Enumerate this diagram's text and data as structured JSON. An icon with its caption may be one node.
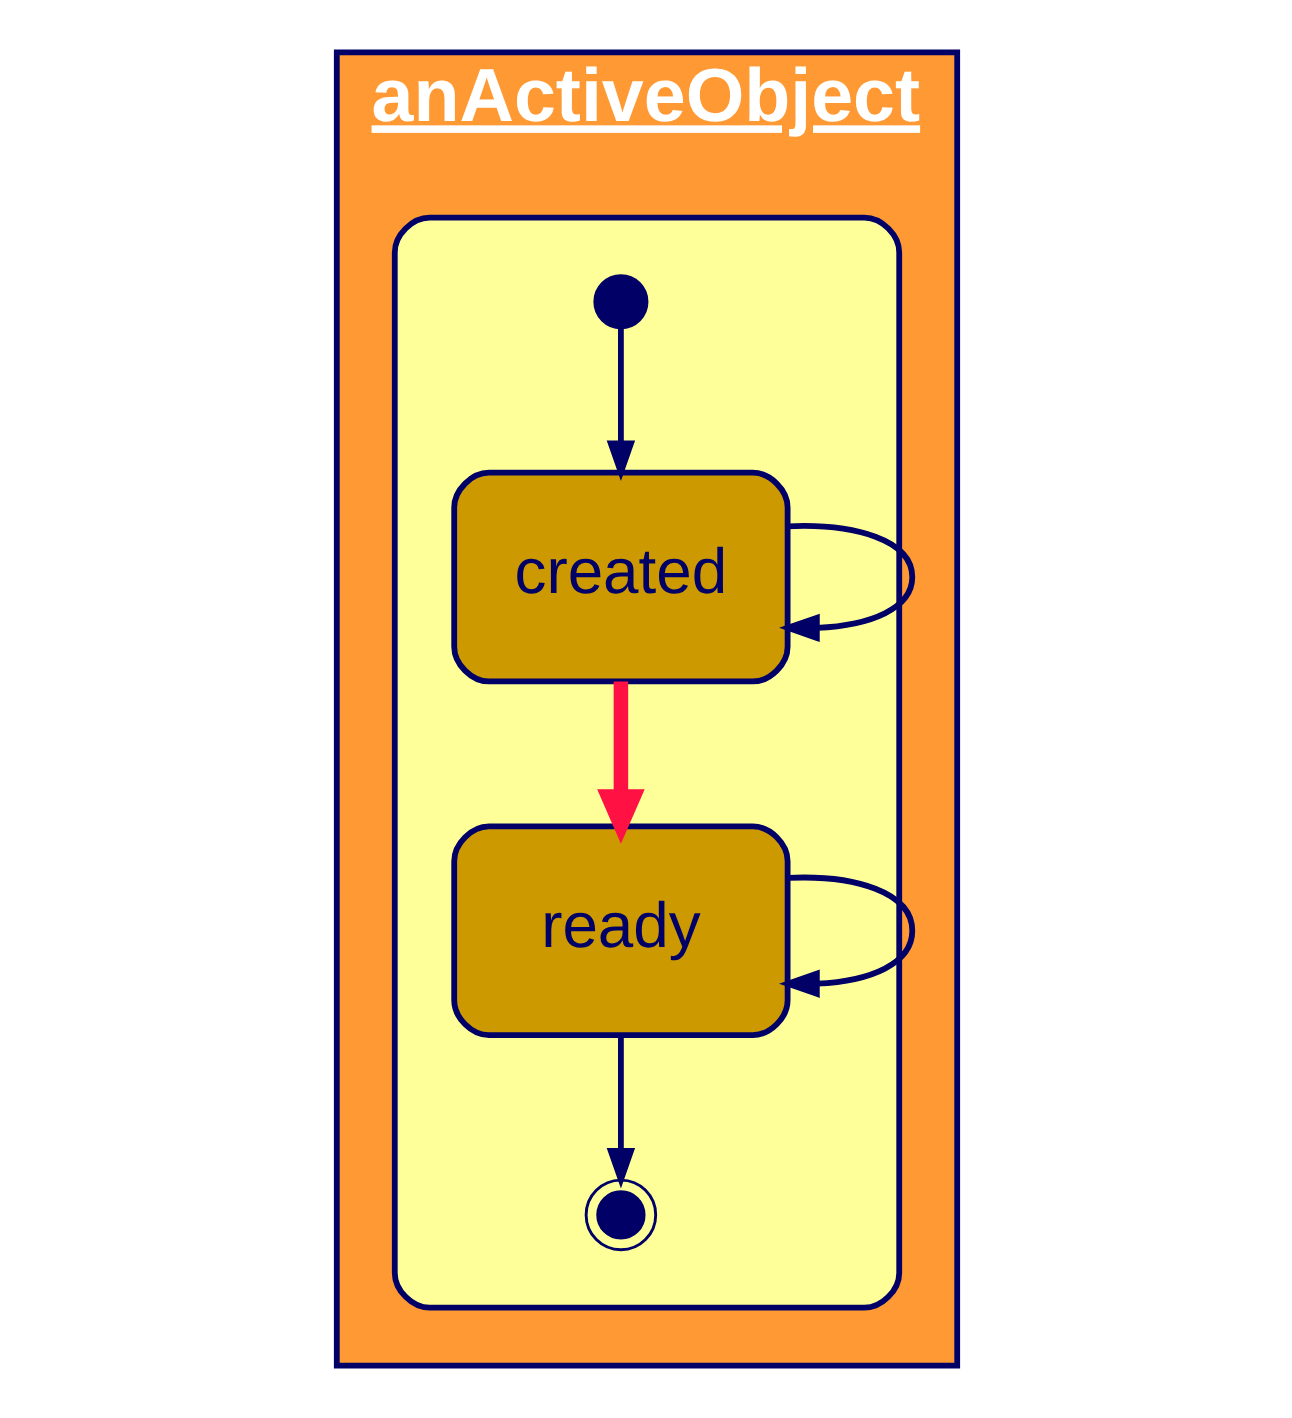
{
  "diagram": {
    "nodes": [
      {
        "text": [
          "anActiveObject"
        ]
      },
      {
        "text": [],
        "shape": "box",
        "in": 0
      },
      {
        "text": [],
        "shape": "circle",
        "in": 1
      },
      {
        "text": [
          "created"
        ],
        "in": 1
      },
      {
        "text": [
          "ready"
        ],
        "in": 1
      },
      {
        "text": [],
        "shape": "circle",
        "in": 1
      }
    ],
    "edges": [
      {
        "from": 2,
        "to": 3,
        "arrow": "to"
      },
      {
        "from": 3,
        "to": 3,
        "arrow": "to"
      },
      {
        "from": 3,
        "to": 4,
        "arrow": "to",
        "style": "thick",
        "color": "#ff1144"
      },
      {
        "from": 4,
        "to": 4,
        "arrow": "to"
      },
      {
        "from": 4,
        "to": 5,
        "arrow": "to"
      }
    ]
  }
}
